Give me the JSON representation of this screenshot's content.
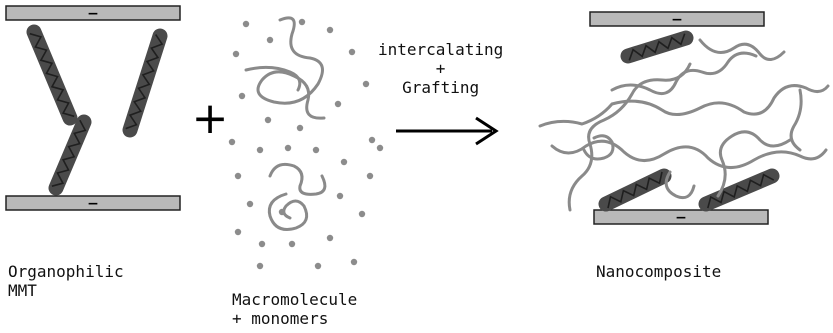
{
  "colors": {
    "plate_fill": "#b9b9b9",
    "stroke": "#222222",
    "chain": "#8a8a8a",
    "dot": "#8c8c8c",
    "stack_fill": "#4a4a4a",
    "zigzag": "#1f1f1f",
    "arrow": "#000000"
  },
  "symbols": {
    "charge": "−",
    "plus": "+"
  },
  "labels": {
    "left_line1": "Organophilic",
    "left_line2": "MMT",
    "middle_line1": "Macromolecule",
    "middle_line2": "+ monomers",
    "process_line1": "intercalating",
    "process_line2": "+",
    "process_line3": "Grafting",
    "right": "Nanocomposite"
  }
}
